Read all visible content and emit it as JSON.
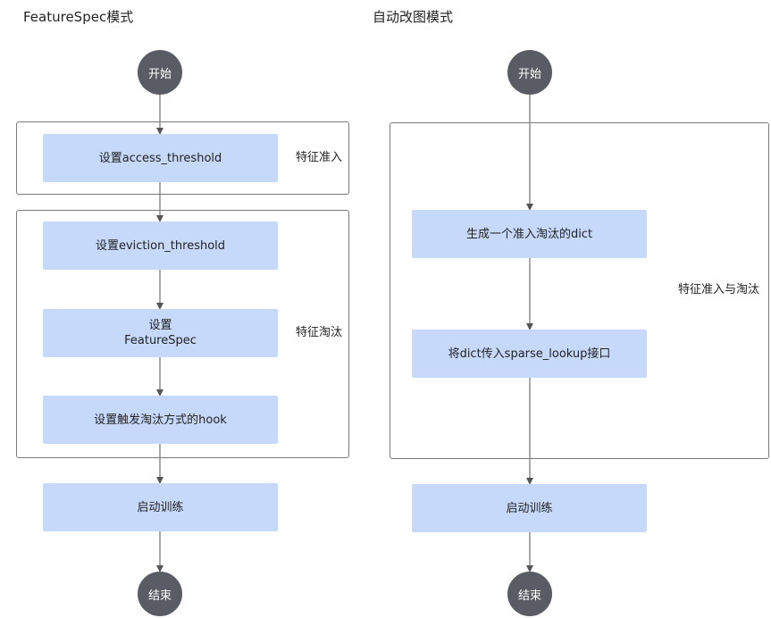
{
  "left": {
    "title": "FeatureSpec模式",
    "start": "开始",
    "end": "结束",
    "steps": [
      "设置access_threshold",
      "设置eviction_threshold",
      "设置\nFeatureSpec",
      "设置触发淘汰方式的hook",
      "启动训练"
    ],
    "groups": [
      "特征准入",
      "特征淘汰"
    ]
  },
  "right": {
    "title": "自动改图模式",
    "start": "开始",
    "end": "结束",
    "steps": [
      "生成一个准入淘汰的dict",
      "将dict传入sparse_lookup接口",
      "启动训练"
    ],
    "groups": [
      "特征准入与淘汰"
    ]
  },
  "colors": {
    "node_fill": "#c6d9fa",
    "terminal_fill": "#595c64",
    "line": "#555555"
  }
}
